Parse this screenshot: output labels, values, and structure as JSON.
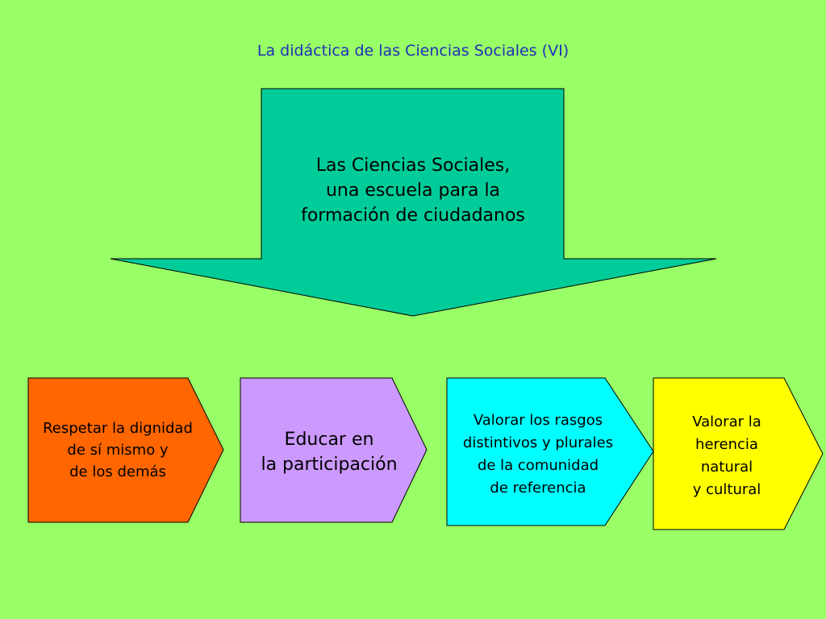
{
  "slide": {
    "title": "La didáctica de las Ciencias Sociales (VI)",
    "background_color": "#99ff66"
  },
  "arrow": {
    "lines": [
      "Las Ciencias Sociales,",
      "una escuela para la",
      "formación de ciudadanos"
    ],
    "fill_color": "#00cc99"
  },
  "boxes": [
    {
      "lines": [
        "Respetar la dignidad",
        "de sí mismo y",
        "de los demás"
      ],
      "fill_color": "#ff6600"
    },
    {
      "lines": [
        "Educar en",
        "la participación"
      ],
      "fill_color": "#cc99ff"
    },
    {
      "lines": [
        "Valorar los rasgos",
        "distintivos y plurales",
        "de la comunidad",
        "de referencia"
      ],
      "fill_color": "#00ffff"
    },
    {
      "lines": [
        "Valorar la",
        "herencia",
        "natural",
        "y cultural"
      ],
      "fill_color": "#ffff00"
    }
  ]
}
